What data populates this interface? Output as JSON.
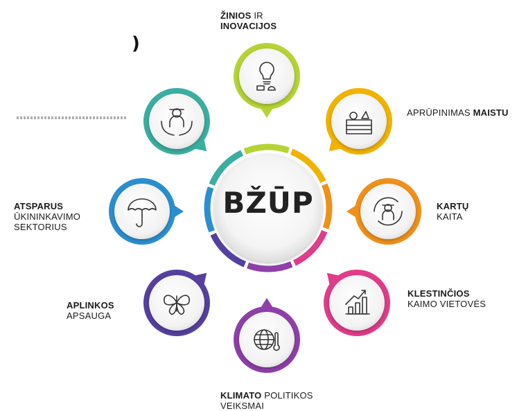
{
  "center": {
    "title": "BŽŪP"
  },
  "items": [
    {
      "id": "knowledge",
      "bold": "ŽINIOS",
      "normal": " IR",
      "line2_bold": "INOVACIJOS",
      "line2_normal": "",
      "icon": "lightbulb-icon",
      "color": "#b5d334"
    },
    {
      "id": "food",
      "bold": "",
      "normal": "APRŪPINIMAS ",
      "bold_after": "MAISTU",
      "icon": "food-crate-icon",
      "color": "#f2b200"
    },
    {
      "id": "generation",
      "bold": "KARTŲ",
      "normal": "",
      "line2_bold": "",
      "line2_normal": "KAITA",
      "icon": "farmer-cycle-icon",
      "color": "#f0901a"
    },
    {
      "id": "rural",
      "bold": "KLESTINČIOS",
      "normal": "",
      "line2_bold": "",
      "line2_normal": "KAIMO VIETOVĖS",
      "icon": "growth-chart-icon",
      "color": "#e03c8a"
    },
    {
      "id": "climate",
      "bold": "KLIMATO",
      "normal": " POLITIKOS",
      "line2_bold": "",
      "line2_normal": "VEIKSMAI",
      "icon": "globe-thermometer-icon",
      "color": "#8e3fa8"
    },
    {
      "id": "environment",
      "bold": "APLINKOS",
      "normal": "",
      "line2_bold": "",
      "line2_normal": "APSAUGA",
      "icon": "butterfly-icon",
      "color": "#5540a0"
    },
    {
      "id": "resilience",
      "bold": "ATSPARUS",
      "normal": "",
      "line2_bold": "",
      "line2_normal": "ŪKININKAVIMO",
      "line3_normal": "SEKTORIUS",
      "icon": "umbrella-icon",
      "color": "#2a8fd0"
    },
    {
      "id": "farmers",
      "bold": "",
      "normal": "",
      "icon": "farmer-hands-icon",
      "color": "#3aaea0"
    }
  ],
  "fragments": {
    "paren": ")"
  }
}
